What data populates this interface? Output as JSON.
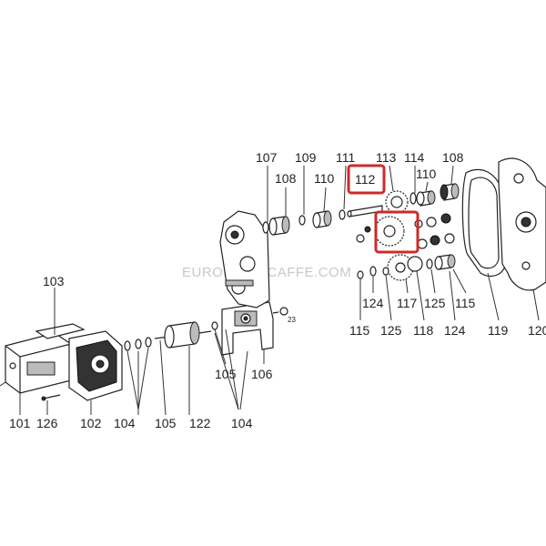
{
  "watermark": "EUROMATICCAFFE.COM",
  "highlight_color": "#cc2b2b",
  "labels": {
    "l101": "101",
    "l102": "102",
    "l103": "103",
    "l104a": "104",
    "l104b": "104",
    "l105a": "105",
    "l105b": "105",
    "l106": "106",
    "l107": "107",
    "l108a": "108",
    "l108b": "108",
    "l109": "109",
    "l110a": "110",
    "l110b": "110",
    "l111": "111",
    "l112": "112",
    "l113": "113",
    "l114": "114",
    "l115a": "115",
    "l115b": "115",
    "l117": "117",
    "l118": "118",
    "l119": "119",
    "l120": "120",
    "l122": "122",
    "l124a": "124",
    "l124b": "124",
    "l125a": "125",
    "l125b": "125",
    "l126": "126",
    "l23": "23"
  }
}
